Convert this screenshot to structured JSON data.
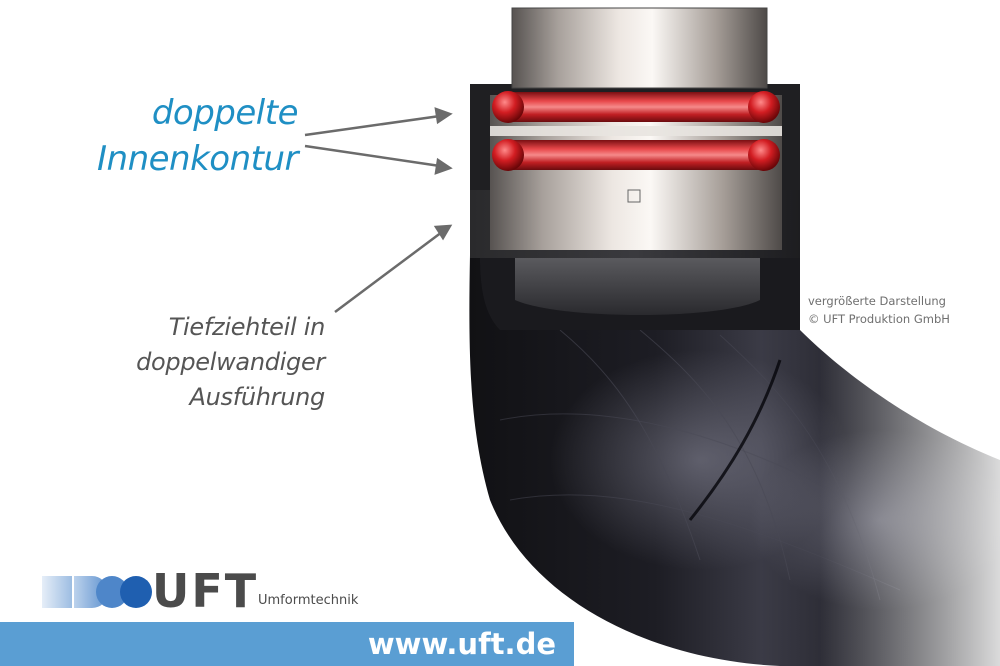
{
  "labels": {
    "inner_contour": [
      "doppelte",
      "Innenkontur"
    ],
    "deep_drawn": [
      "Tiefziehteil in",
      "doppelwandiger",
      "Ausführung"
    ]
  },
  "caption": [
    "vergrößerte Darstellung",
    "© UFT Produktion GmbH"
  ],
  "logo": {
    "wordmark": "UFT",
    "subtitle": "Umformtechnik"
  },
  "footer": {
    "url": "www.uft.de"
  },
  "colors": {
    "accent_blue": "#1f8fc4",
    "footer_bar": "#5a9ed3",
    "seal_red": "#d42a2a",
    "pipe_black": "#121217"
  }
}
